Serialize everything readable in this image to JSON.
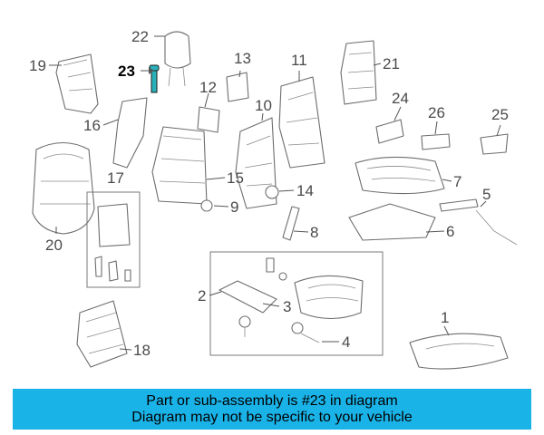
{
  "diagram": {
    "highlighted_part": "23",
    "callouts": [
      "1",
      "2",
      "3",
      "4",
      "5",
      "6",
      "7",
      "8",
      "9",
      "10",
      "11",
      "12",
      "13",
      "14",
      "15",
      "16",
      "17",
      "18",
      "19",
      "20",
      "21",
      "22",
      "23",
      "24",
      "25",
      "26"
    ]
  },
  "banner": {
    "line1": "Part or sub-assembly is #23 in diagram",
    "line2": "Diagram may not be specific to your vehicle",
    "color": "#1ab3e8"
  },
  "colors": {
    "highlight": "#2ab0b8",
    "line": "#6d6d6d"
  }
}
